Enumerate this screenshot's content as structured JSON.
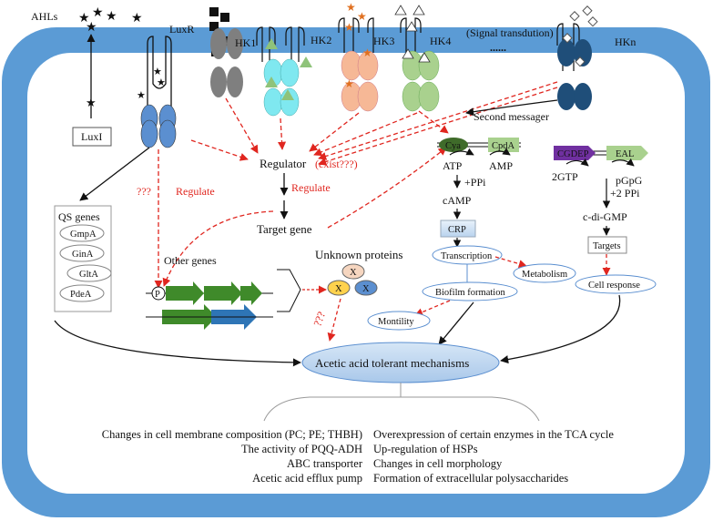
{
  "membrane": {
    "ahls": "AHLs",
    "signal_transduction": "(Signal transdution)",
    "ellipsis": "......"
  },
  "receptors": {
    "luxr": "LuxR",
    "hk1": "HK1",
    "hk2": "HK2",
    "hk3": "HK3",
    "hk4": "HK4",
    "hkn": "HKn"
  },
  "luxi": "LuxI",
  "qs": {
    "title": "QS genes",
    "genes": [
      {
        "name": "GmpA",
        "color": "#111111"
      },
      {
        "name": "GinA",
        "color": "#4a8a2a"
      },
      {
        "name": "GltA",
        "color": "#2f74c0"
      },
      {
        "name": "PdeA",
        "color": "#d2691e"
      }
    ]
  },
  "regulation": {
    "regulator": "Regulator",
    "exist": "(exist???)",
    "regulate1": "Regulate",
    "regulate2": "Regulate",
    "unknown_q": "???",
    "unknown_q2": "???",
    "target_gene": "Target gene",
    "other_genes": "Other genes",
    "promoter": "P",
    "unknown_proteins": "Unknown proteins",
    "protein_x": "X"
  },
  "camp_pathway": {
    "cya": "Cya",
    "cpda": "CpdA",
    "atp": "ATP",
    "amp": "AMP",
    "ppi": "+PPi",
    "camp": "cAMP",
    "crp": "CRP",
    "transcription": "Transcription",
    "metabolism": "Metabolism",
    "biofilm": "Biofilm formation",
    "motility": "Montility",
    "second_messager": "Second messager"
  },
  "cdigmp_pathway": {
    "cgdep": "CGDEP",
    "eal": "EAL",
    "gtp": "2GTP",
    "pgpg": "pGpG",
    "ppi": "+2 PPi",
    "cdigmp": "c-di-GMP",
    "targets": "Targets",
    "cell_response": "Cell response"
  },
  "mechanisms": {
    "title": "Acetic acid tolerant mechanisms",
    "left": [
      "Changes in cell membrane composition (PC; PE; THBH)",
      "The activity of PQQ-ADH",
      "ABC transporter",
      "Acetic acid efflux pump"
    ],
    "right": [
      "Overexpression of certain enzymes in the TCA cycle",
      "Up-regulation of HSPs",
      "Changes in cell morphology",
      "Formation of extracellular polysaccharides"
    ]
  },
  "colors": {
    "membrane": "#5b9bd5",
    "arrow_red": "#e0261f",
    "hk2": "#7fe8f0",
    "hk3": "#f6b896",
    "hk4": "#a9d18e",
    "hkn": "#1f4e79",
    "luxr": "#5b8fd0",
    "hk1": "#7f7f7f",
    "gene_green": "#3f8a2a",
    "gene_blue": "#2e75b6",
    "cya": "#3f6b2a",
    "cpda": "#a9d18e",
    "cgdep": "#7030a0",
    "eal": "#a9d18e"
  }
}
